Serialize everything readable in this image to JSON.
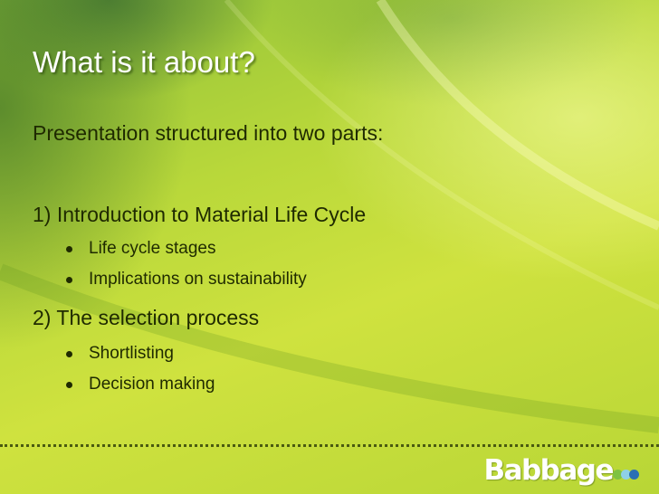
{
  "slide": {
    "title": "What is it about?",
    "intro": "Presentation structured into two parts:",
    "parts": [
      {
        "heading": "1) Introduction to Material Life Cycle",
        "bullets": [
          "Life cycle stages",
          "Implications on sustainability"
        ]
      },
      {
        "heading": "2) The selection process",
        "bullets": [
          "Shortlisting",
          "Decision making"
        ]
      }
    ]
  },
  "logo": {
    "text": "Babbage",
    "dot_colors": [
      "#7fc241",
      "#8fd0e6",
      "#2a6fb5"
    ]
  },
  "colors": {
    "title_text": "#ffffff",
    "body_text": "#1f2a00",
    "background_green": "#b9d83a"
  }
}
